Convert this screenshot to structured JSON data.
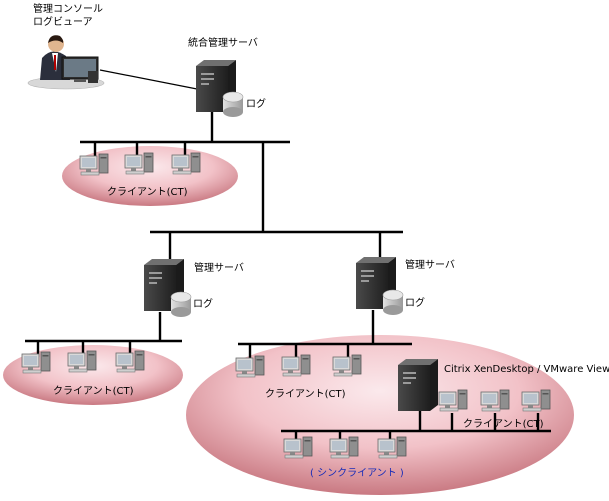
{
  "colors": {
    "ellipse_light": "#fbe9ec",
    "ellipse_mid": "#f2c2c8",
    "ellipse_dark": "#c97982",
    "network_line": "#000000",
    "server_body": "#3a3a3a",
    "disk": "#c6c6c6",
    "thin_client_label": "#1a2db8"
  },
  "icons": {
    "console": "admin-workstation-icon",
    "server": "server-tower-icon",
    "disk": "log-disk-icon",
    "client": "client-pc-icon",
    "thin_client": "thin-client-icon"
  },
  "labels": {
    "console_title_1": "管理コンソール",
    "console_title_2": "ログビューア",
    "integrated_server": "統合管理サーバ",
    "log": "ログ",
    "mgmt_server": "管理サーバ",
    "client_ct": "クライアント(CT)",
    "citrix": "Citrix XenDesktop / VMware View",
    "thin_client": "( シンクライアント )"
  }
}
